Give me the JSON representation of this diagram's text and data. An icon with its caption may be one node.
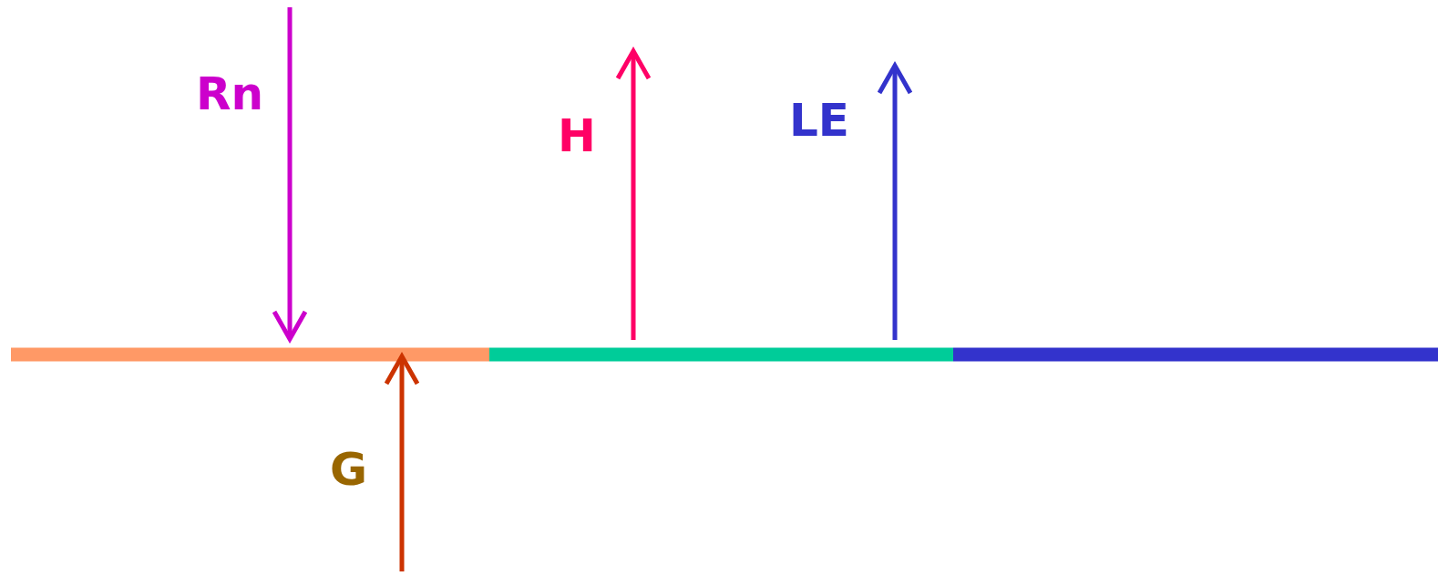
{
  "diagram": {
    "labels": [
      "Rn",
      "H",
      "LE",
      "G"
    ]
  }
}
